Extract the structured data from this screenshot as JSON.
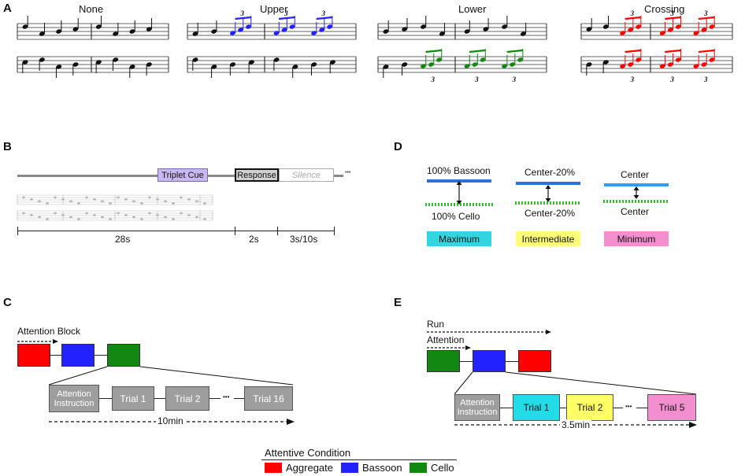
{
  "panels": {
    "a": "A",
    "b": "B",
    "c": "C",
    "d": "D",
    "e": "E"
  },
  "panel_a": {
    "titles": [
      "None",
      "Upper",
      "Lower",
      "Crossing"
    ],
    "triplet_mark": "3"
  },
  "panel_b": {
    "triplet_cue": "Triplet Cue",
    "response": "Response",
    "silence": "Silence",
    "dots": "•••",
    "durations": [
      "28s",
      "2s",
      "3s/10s"
    ]
  },
  "panel_d": {
    "columns": [
      {
        "top": "100% Bassoon",
        "bottom": "100% Cello",
        "label": "Maximum",
        "color": "#33d6df"
      },
      {
        "top": "Center-20%",
        "bottom": "Center-20%",
        "label": "Intermediate",
        "color": "#ffff77"
      },
      {
        "top": "Center",
        "bottom": "Center",
        "label": "Minimum",
        "color": "#f48fcf"
      }
    ]
  },
  "panel_c": {
    "attention_block": "Attention Block",
    "boxes": [
      "Attention Instruction",
      "Trial 1",
      "Trial 2",
      "Trial 16"
    ],
    "dots": "•••",
    "duration": "10min"
  },
  "panel_e": {
    "run": "Run",
    "attention": "Attention",
    "boxes": [
      "Attention Instruction",
      "Trial 1",
      "Trial 2",
      "Trial 5"
    ],
    "dots": "•••",
    "duration": "3.5min"
  },
  "legend": {
    "title": "Attentive Condition",
    "items": [
      {
        "label": "Aggregate",
        "color": "#ff0000"
      },
      {
        "label": "Bassoon",
        "color": "#2222ff"
      },
      {
        "label": "Cello",
        "color": "#118811"
      }
    ]
  },
  "colors": {
    "aggregate": "#ff0000",
    "bassoon": "#2222ff",
    "cello": "#118811",
    "triplet_cue_bg": "#c8b8ef",
    "bassoon_line": "#2f6fd6",
    "cello_line": "#33bb33"
  }
}
